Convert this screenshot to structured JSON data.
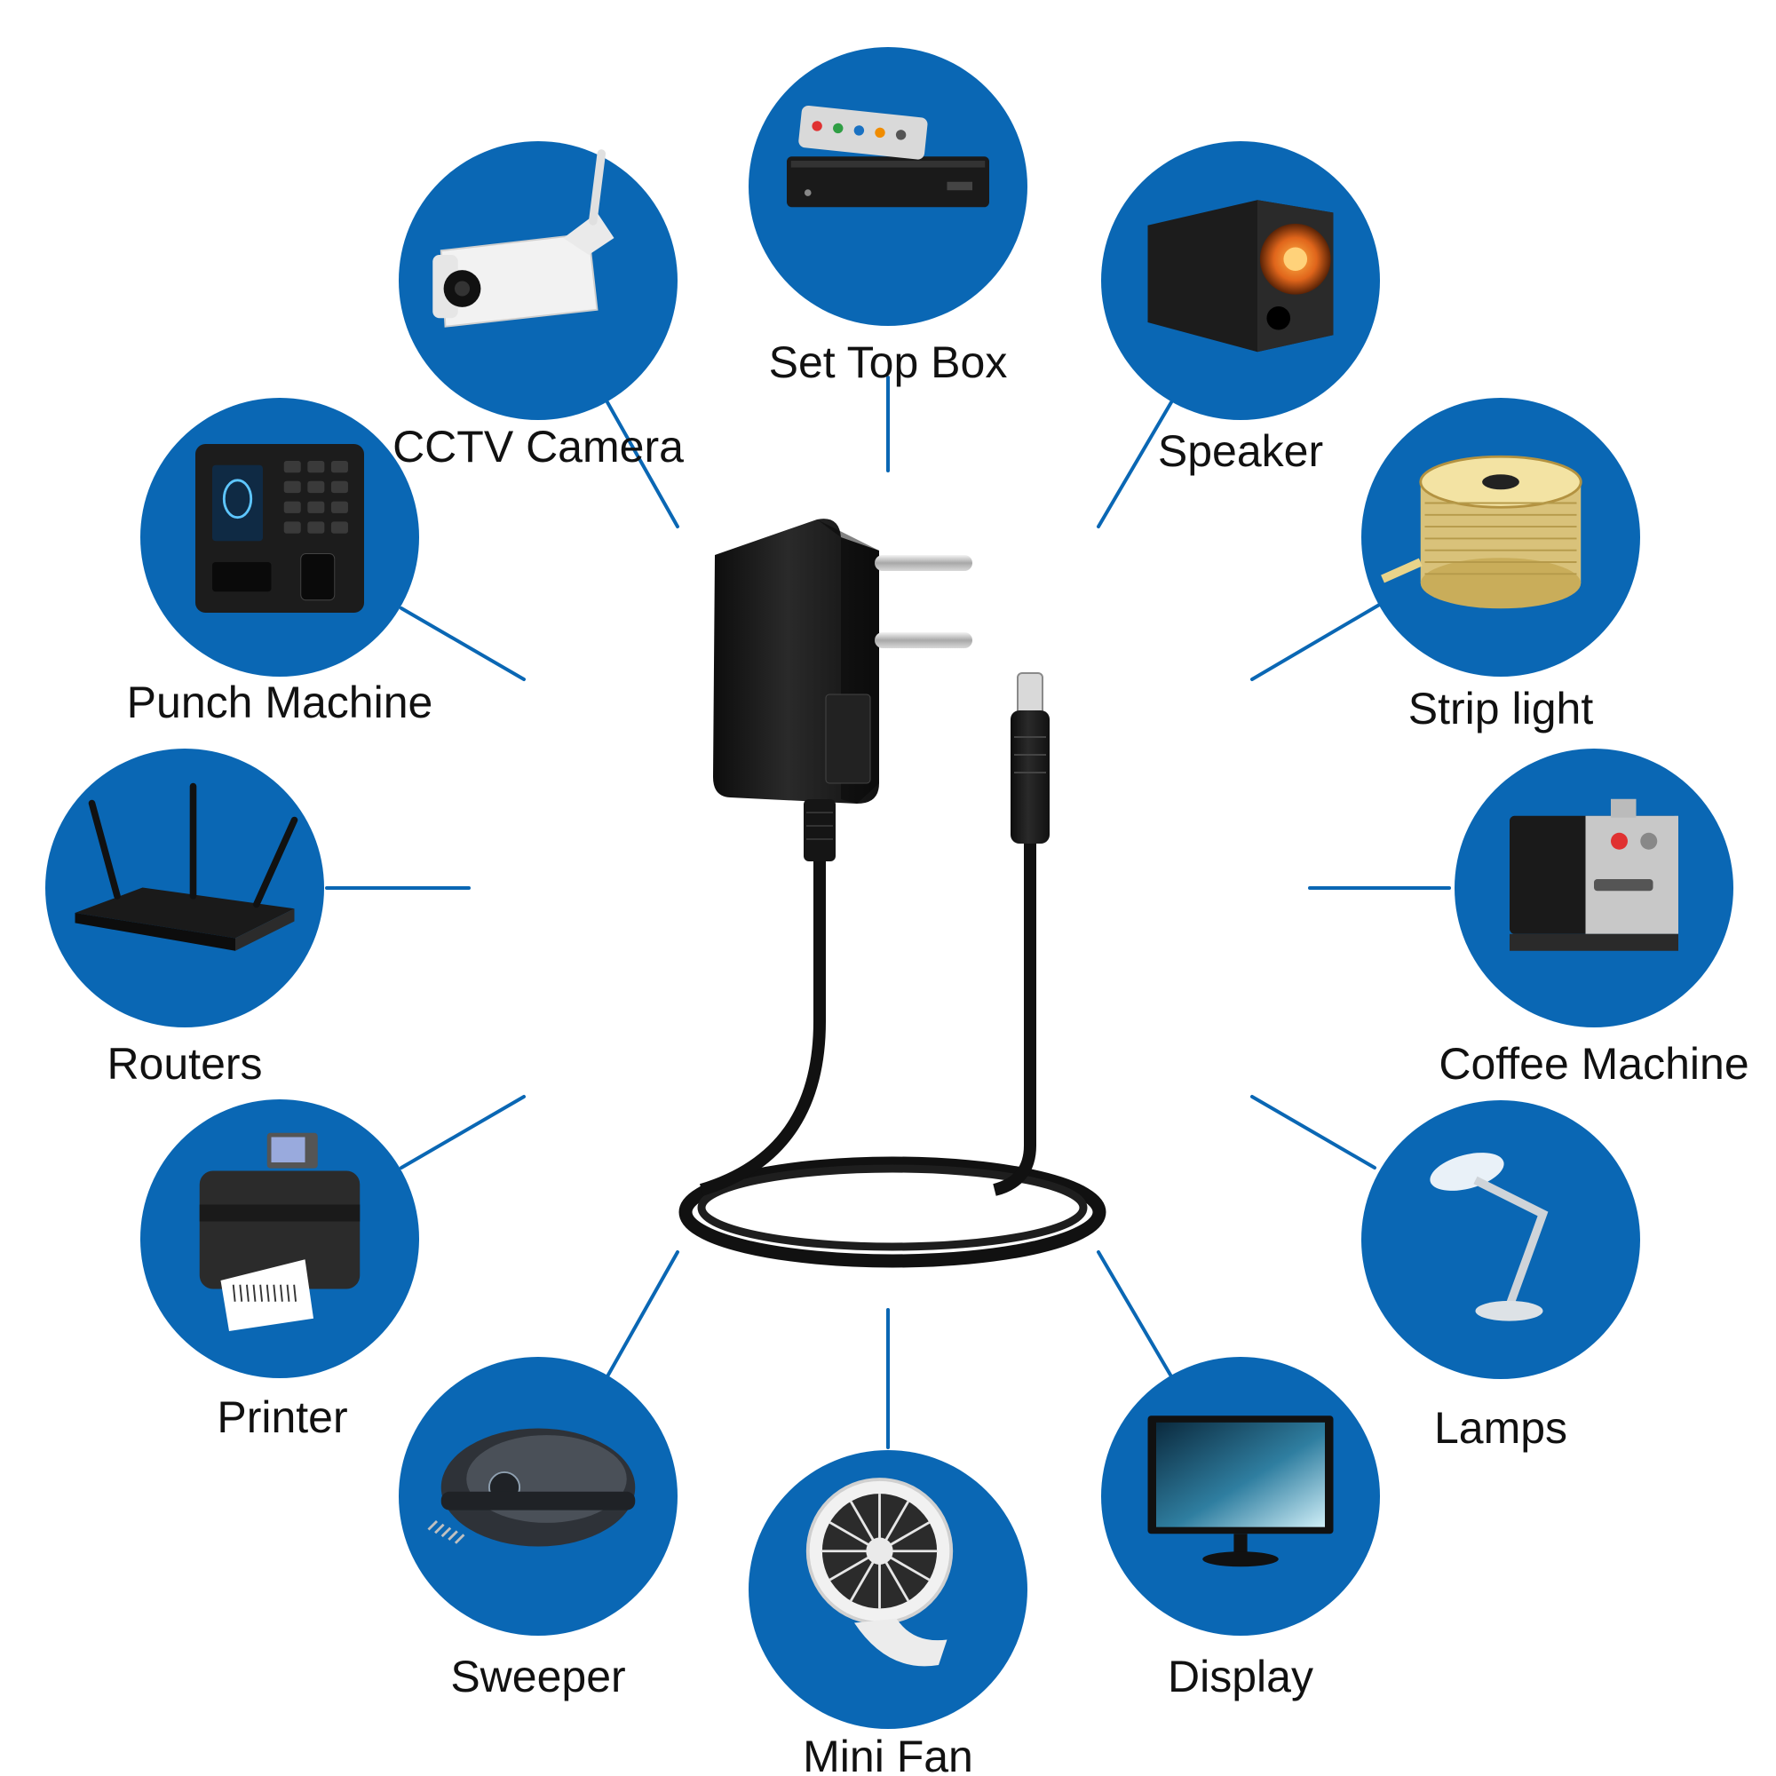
{
  "theme": {
    "circle_color": "#0a67b4",
    "line_color": "#0a67b4",
    "text_color": "#111111",
    "adapter_color": "#161616"
  },
  "center": {
    "name": "power-adapter",
    "icon": "ac-dc-wall-adapter-icon"
  },
  "devices": [
    {
      "id": "set-top-box",
      "label": "Set Top Box",
      "icon": "set-top-box-icon"
    },
    {
      "id": "speaker",
      "label": "Speaker",
      "icon": "speaker-icon"
    },
    {
      "id": "strip-light",
      "label": "Strip light",
      "icon": "strip-light-icon"
    },
    {
      "id": "coffee-machine",
      "label": "Coffee Machine",
      "icon": "coffee-machine-icon"
    },
    {
      "id": "lamps",
      "label": "Lamps",
      "icon": "desk-lamp-icon"
    },
    {
      "id": "display",
      "label": "Display",
      "icon": "monitor-icon"
    },
    {
      "id": "mini-fan",
      "label": "Mini Fan",
      "icon": "mini-fan-icon"
    },
    {
      "id": "sweeper",
      "label": "Sweeper",
      "icon": "robot-vacuum-icon"
    },
    {
      "id": "printer",
      "label": "Printer",
      "icon": "label-printer-icon"
    },
    {
      "id": "routers",
      "label": "Routers",
      "icon": "router-icon"
    },
    {
      "id": "punch-machine",
      "label": "Punch Machine",
      "icon": "biometric-terminal-icon"
    },
    {
      "id": "cctv-camera",
      "label": "CCTV Camera",
      "icon": "cctv-camera-icon"
    }
  ]
}
